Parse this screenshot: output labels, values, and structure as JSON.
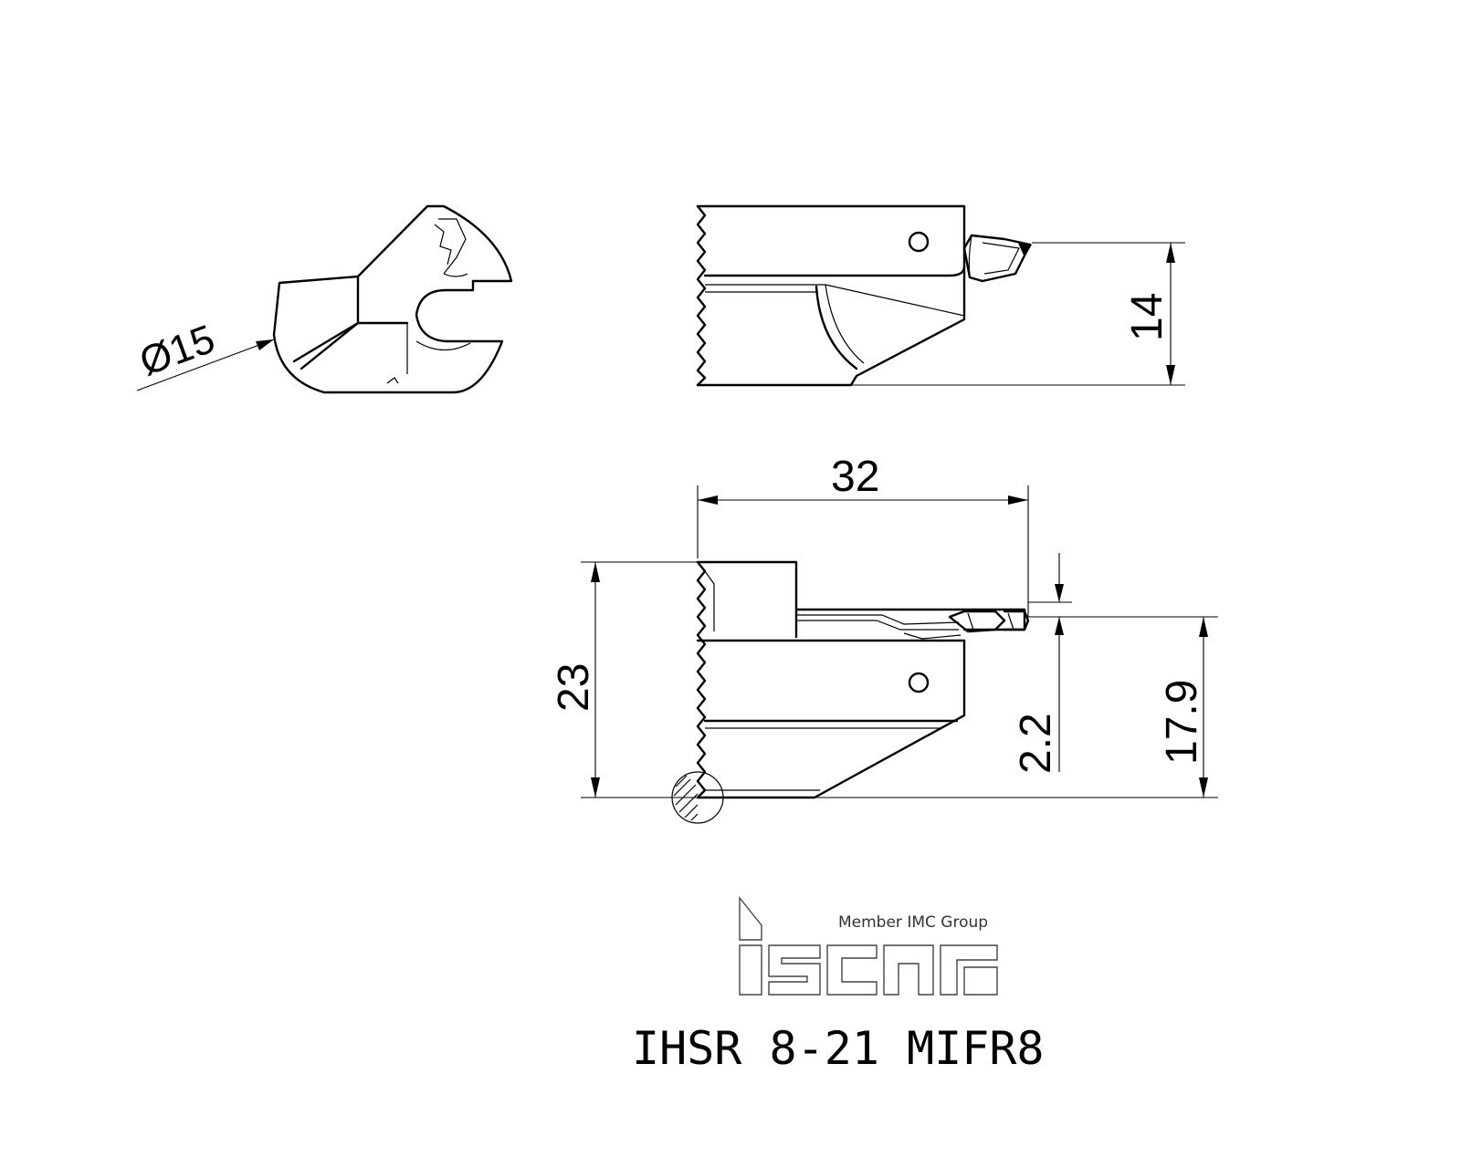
{
  "dimensions": {
    "diameter": "Ø15",
    "height_top_view": "14",
    "length": "32",
    "overall_height": "23",
    "step": "2.2",
    "center_height": "17.9"
  },
  "logo": {
    "tagline": "Member IMC Group",
    "wordmark": "iscar"
  },
  "part_number": "IHSR 8-21 MIFR8"
}
